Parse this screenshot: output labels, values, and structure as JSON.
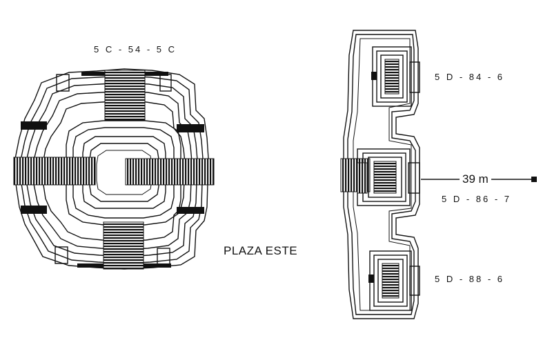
{
  "labels": {
    "pyramid": "5 C - 54 - 5 C",
    "plaza": "PLAZA  ESTE",
    "building_north": "5 D - 84 - 6",
    "building_middle": "5 D - 86 - 7",
    "building_south": "5 D - 88 - 6",
    "scale": "39 m"
  },
  "colors": {
    "ink": "#111111",
    "paper": "#ffffff"
  }
}
